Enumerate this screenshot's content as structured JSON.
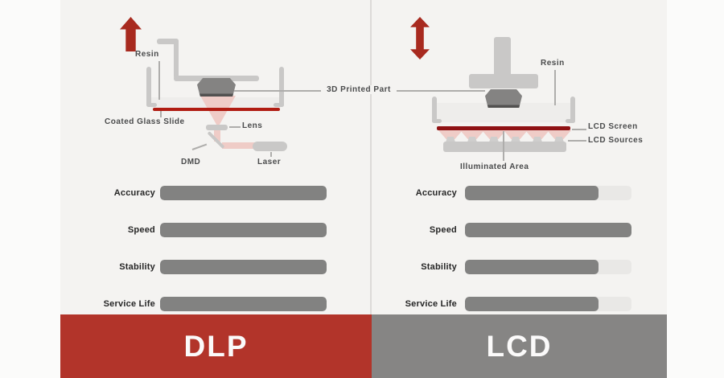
{
  "page": {
    "background": "#f4f3f1",
    "margin_background": "#fbfbfa",
    "divider_color": "#dcdad8"
  },
  "shared": {
    "printed_part_label": "3D Printed Part"
  },
  "dlp": {
    "title": "DLP",
    "banner_color": "#b2342a",
    "diagram": {
      "resin": "Resin",
      "coated_glass_slide": "Coated Glass Slide",
      "lens": "Lens",
      "dmd": "DMD",
      "laser": "Laser"
    },
    "bars": [
      {
        "label": "Accuracy",
        "value": 100
      },
      {
        "label": "Speed",
        "value": 100
      },
      {
        "label": "Stability",
        "value": 100
      },
      {
        "label": "Service Life",
        "value": 100
      }
    ]
  },
  "lcd": {
    "title": "LCD",
    "banner_color": "#868584",
    "diagram": {
      "resin": "Resin",
      "lcd_screen": "LCD Screen",
      "lcd_sources": "LCD Sources",
      "illuminated_area": "Illuminated Area"
    },
    "bars": [
      {
        "label": "Accuracy",
        "value": 80
      },
      {
        "label": "Speed",
        "value": 100
      },
      {
        "label": "Stability",
        "value": 80
      },
      {
        "label": "Service Life",
        "value": 80
      }
    ]
  },
  "colors": {
    "accent_red": "#a82a1f",
    "coated_slide_red": "#b01c12",
    "lcd_screen_red": "#8f1214",
    "machine_gray": "#c9c8c7",
    "printed_part_gray": "#848382",
    "bar_fill": "#828281",
    "bar_track": "#e9e8e6",
    "beam_pink": "#efccc7"
  }
}
